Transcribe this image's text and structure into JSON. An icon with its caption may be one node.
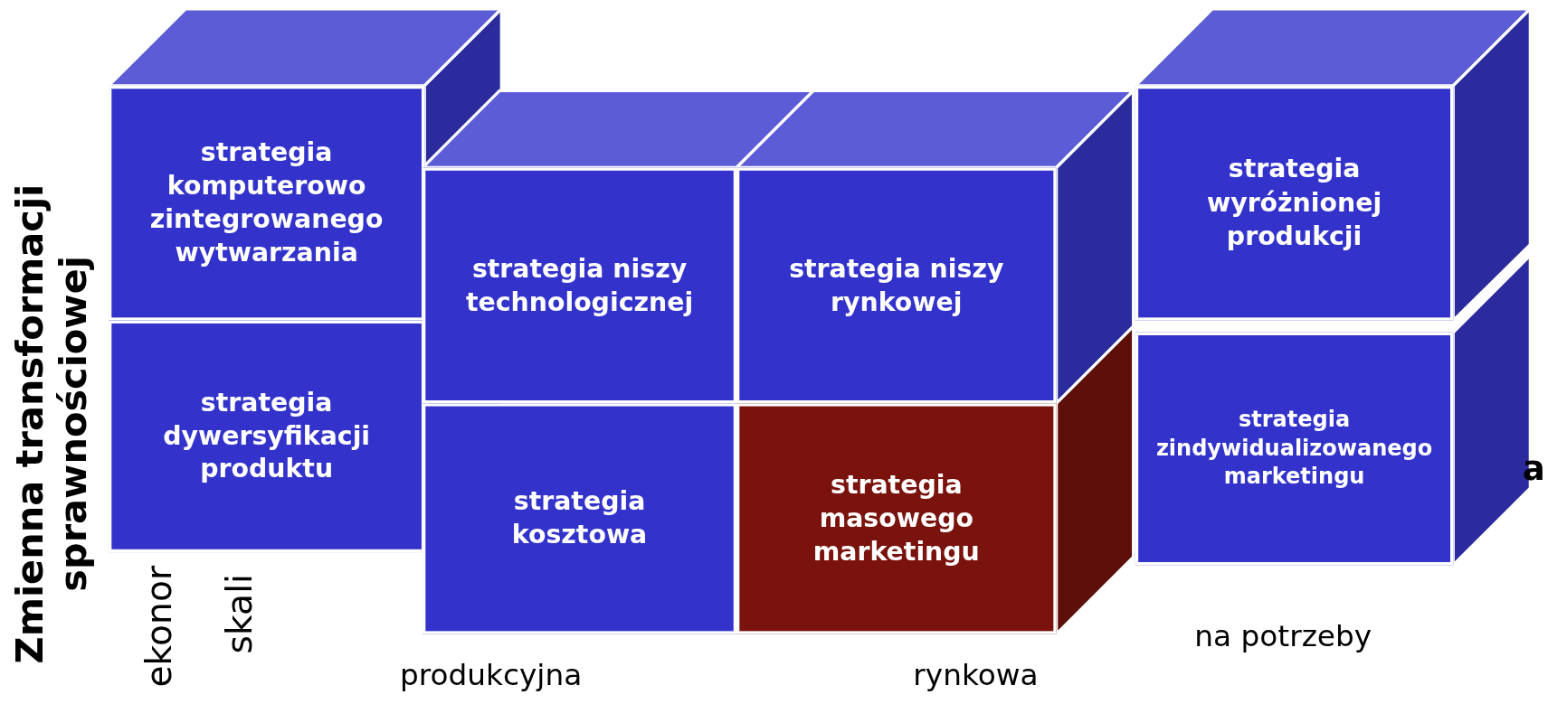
{
  "diagram": {
    "nodes": [
      {
        "text": [
          "strategia komputerowo zintegrowanego wytwarzania"
        ]
      },
      {
        "text": [
          "strategia dywersyfikacji produktu"
        ]
      },
      {
        "text": [
          "strategia niszy technologicznej"
        ]
      },
      {
        "text": [
          "strategia niszy rynkowej"
        ]
      },
      {
        "text": [
          "strategia kosztowa"
        ]
      },
      {
        "text": [
          "strategia masowego marketingu"
        ]
      },
      {
        "text": [
          "strategia wyróżnionej produkcji"
        ]
      },
      {
        "text": [
          "strategia zindywidualizowanego marketingu"
        ]
      }
    ],
    "labels": [
      "Zmienna transformacji sprawnościowej",
      "ekonor",
      "skali",
      "produkcyjna",
      "rynkowa",
      "na potrzeby",
      "a"
    ]
  }
}
